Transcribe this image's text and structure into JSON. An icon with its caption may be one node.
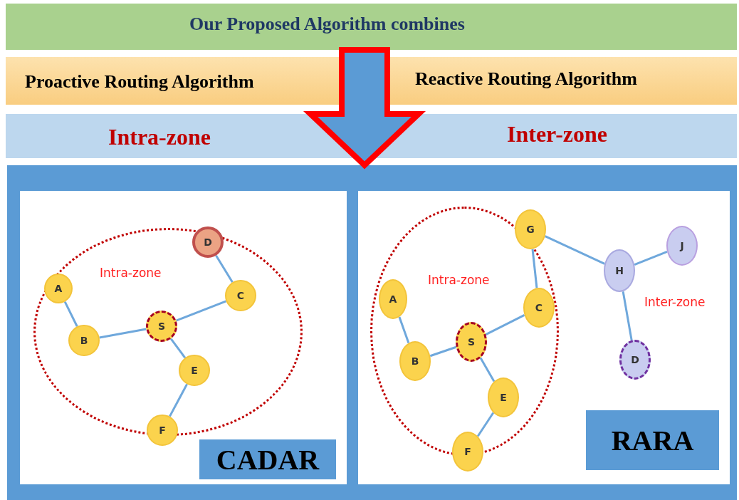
{
  "diagram": {
    "nodes": [
      {
        "text": [
          "Our Proposed Algorithm combines"
        ]
      },
      {
        "text": [
          "Proactive Routing Algorithm",
          "Reactive Routing Algorithm"
        ]
      },
      {
        "text": [
          "Intra-zone",
          "Inter-zone"
        ]
      },
      {
        "text": [],
        "shape": "box"
      },
      {
        "text": [],
        "shape": "box",
        "in": 3
      },
      {
        "text": [
          "Intra-zone"
        ],
        "in": 4
      },
      {
        "text": [
          "D"
        ],
        "in": 5
      },
      {
        "text": [
          "A"
        ],
        "in": 5
      },
      {
        "text": [
          "C"
        ],
        "in": 5
      },
      {
        "text": [
          "B"
        ],
        "in": 5
      },
      {
        "text": [
          "S"
        ],
        "in": 5
      },
      {
        "text": [
          "E"
        ],
        "in": 5
      },
      {
        "text": [
          "F"
        ],
        "in": 4
      },
      {
        "text": [
          "CADAR"
        ],
        "in": 4
      },
      {
        "text": [],
        "shape": "box",
        "in": 3
      },
      {
        "text": [
          "Intra-zone"
        ],
        "in": 14
      },
      {
        "text": [
          "G"
        ],
        "in": 15
      },
      {
        "text": [
          "A"
        ],
        "in": 15
      },
      {
        "text": [
          "C"
        ],
        "in": 15
      },
      {
        "text": [
          "S"
        ],
        "in": 15
      },
      {
        "text": [
          "B"
        ],
        "in": 15
      },
      {
        "text": [
          "E"
        ],
        "in": 15
      },
      {
        "text": [
          "F"
        ],
        "in": 14
      },
      {
        "text": [
          "H"
        ],
        "in": 14
      },
      {
        "text": [
          "J"
        ],
        "in": 14
      },
      {
        "text": [
          "D"
        ],
        "in": 14
      },
      {
        "text": [
          "RARA"
        ],
        "in": 14
      }
    ],
    "edges": [
      {
        "from": 0,
        "to": 3,
        "arrow": "to",
        "style": "thick",
        "color": "#ff0000"
      },
      {
        "from": 6,
        "to": 8,
        "arrow": "none"
      },
      {
        "from": 7,
        "to": 9,
        "arrow": "none"
      },
      {
        "from": 9,
        "to": 10,
        "arrow": "none"
      },
      {
        "from": 10,
        "to": 8,
        "arrow": "none"
      },
      {
        "from": 10,
        "to": 11,
        "arrow": "none"
      },
      {
        "from": 11,
        "to": 12,
        "arrow": "none"
      },
      {
        "from": 17,
        "to": 20,
        "arrow": "none"
      },
      {
        "from": 20,
        "to": 19,
        "arrow": "none"
      },
      {
        "from": 19,
        "to": 18,
        "arrow": "none"
      },
      {
        "from": 18,
        "to": 16,
        "arrow": "none"
      },
      {
        "from": 19,
        "to": 21,
        "arrow": "none"
      },
      {
        "from": 21,
        "to": 22,
        "arrow": "none"
      },
      {
        "from": 16,
        "to": 23,
        "arrow": "none"
      },
      {
        "from": 23,
        "to": 24,
        "arrow": "none"
      },
      {
        "from": 23,
        "to": 25,
        "arrow": "none"
      }
    ],
    "labels": [
      "Inter-zone"
    ]
  }
}
